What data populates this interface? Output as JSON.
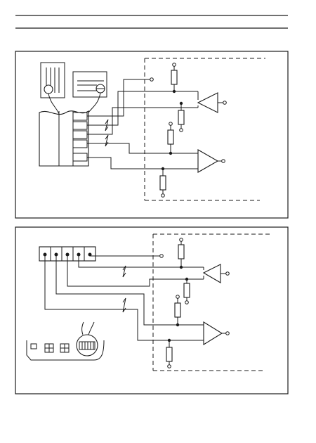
{
  "page": {
    "header_rules": 2,
    "figures": [
      {
        "id": "diagram-top",
        "description_visible_text": ""
      },
      {
        "id": "diagram-bottom",
        "description_visible_text": ""
      }
    ]
  }
}
